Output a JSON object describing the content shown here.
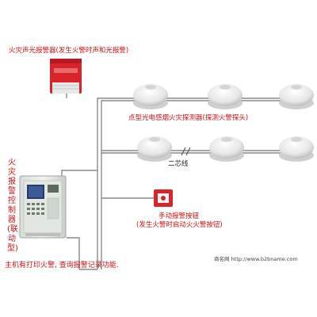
{
  "labels": {
    "strobe_alarm": "火灾声光报警器(发生火警时声和光报警)",
    "smoke_detector": "点型光电感烟火灾探测器(探测火警探头)",
    "two_core_wire": "二芯线",
    "manual_button_line1": "手动报警按钮",
    "manual_button_line2": "(发生火警时启动火火警按钮)",
    "control_panel": "火灾报警控制器(联动型)",
    "host_function": "主机有打印火警, 查询报警记录功能.",
    "watermark": "商名网 http://www.b2bname.com"
  },
  "colors": {
    "annotation_text": "#cc1111",
    "wire": "#8a8a8a",
    "alarm_body": "#d9242b",
    "panel_body": "#e8ece8",
    "panel_screen": "#2a3a6a"
  }
}
